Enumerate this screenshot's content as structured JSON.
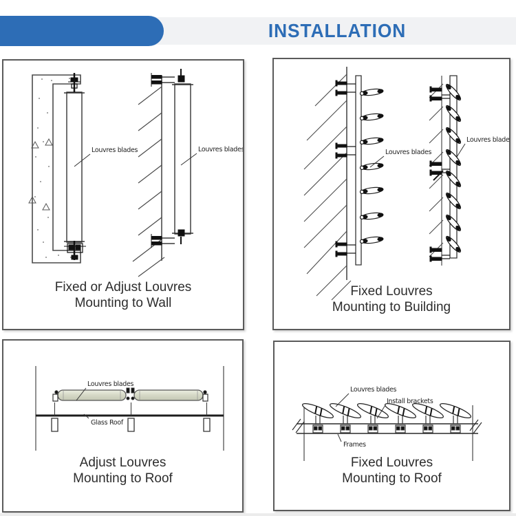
{
  "header": {
    "title": "INSTALLATION",
    "accent_color": "#2d6db6",
    "band_color": "#f1f2f4"
  },
  "panels": {
    "wall": {
      "caption_line1": "Fixed or Adjust Louvres",
      "caption_line2": "Mounting to Wall",
      "labels": {
        "louvres_left": "Louvres blades",
        "louvres_right": "Louvres blades"
      }
    },
    "building": {
      "caption_line1": "Fixed Louvres",
      "caption_line2": "Mounting to Building",
      "labels": {
        "louvres_left": "Louvres blades",
        "louvres_right": "Louvres blades"
      }
    },
    "roof_adjust": {
      "caption_line1": "Adjust Louvres",
      "caption_line2": "Mounting to Roof",
      "labels": {
        "louvres": "Louvres blades",
        "glass_roof": "Glass Roof"
      }
    },
    "roof_fixed": {
      "caption_line1": "Fixed Louvres",
      "caption_line2": "Mounting to Roof",
      "labels": {
        "louvres": "Louvres blades",
        "install_brackets": "Install brackets",
        "frames": "Frames"
      }
    }
  },
  "colors": {
    "line": "#4a4a4a",
    "hardware": "#111111",
    "blade_fill": "#d7dac8"
  }
}
